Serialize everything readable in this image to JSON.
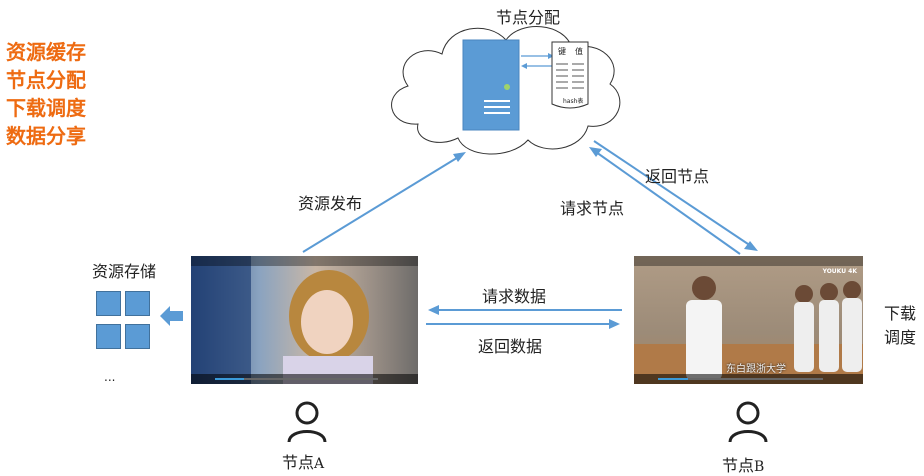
{
  "left_list": [
    "资源缓存",
    "节点分配",
    "下载调度",
    "数据分享"
  ],
  "cloud": {
    "title": "节点分配",
    "hash_table": {
      "key_header": "键",
      "value_header": "值",
      "caption": "hash表"
    }
  },
  "labels": {
    "publish": "资源发布",
    "return_node": "返回节点",
    "request_node": "请求节点",
    "request_data": "请求数据",
    "return_data": "返回数据",
    "storage": "资源存储",
    "download_schedule_line1": "下载",
    "download_schedule_line2": "调度",
    "ellipsis": "..."
  },
  "nodes": {
    "a": {
      "label": "节点",
      "suffix": "A"
    },
    "b": {
      "label": "节点",
      "suffix": "B"
    }
  },
  "video_b": {
    "subtitle": "东白跟浙大学",
    "badge": "YOUKU 4K"
  },
  "colors": {
    "accent_orange": "#ee6b12",
    "diagram_blue": "#5b9bd5"
  }
}
